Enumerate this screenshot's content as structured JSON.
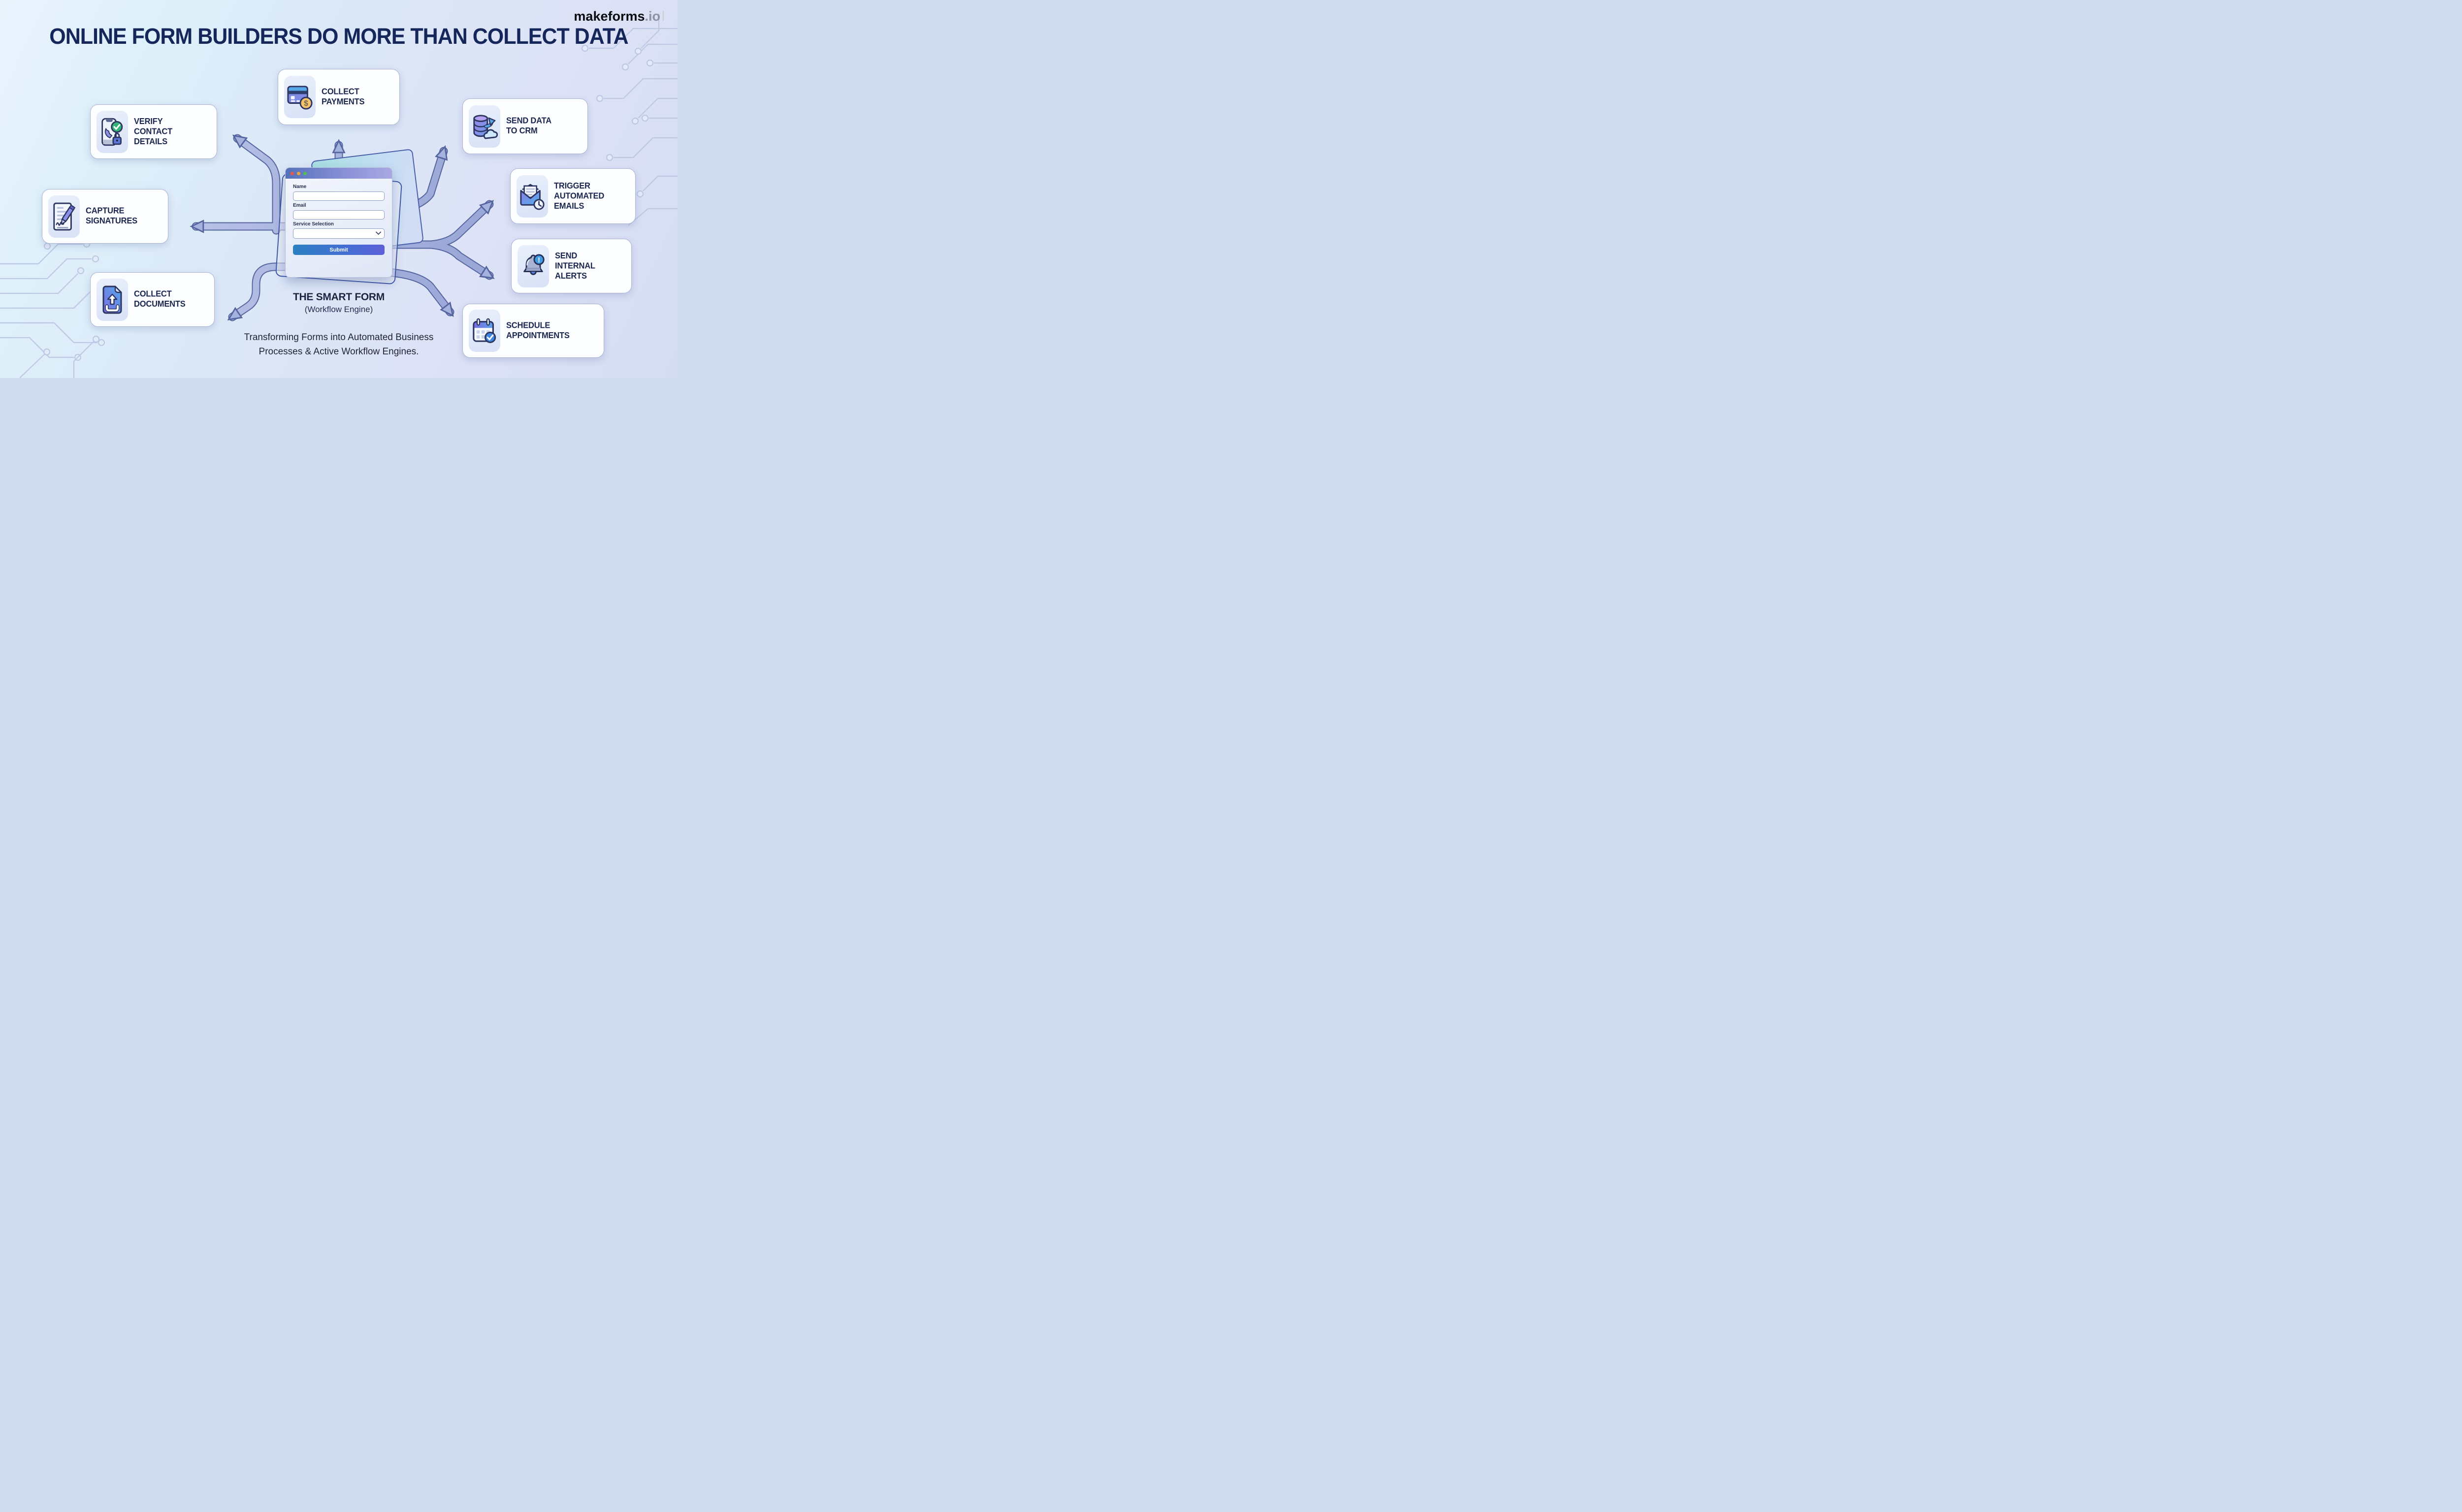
{
  "title": "ONLINE FORM BUILDERS DO MORE THAN COLLECT DATA",
  "brand": {
    "name": "makeforms",
    "suffix": ".io",
    "mark": "l"
  },
  "features": [
    {
      "id": "verify-contact-details",
      "label": "VERIFY\nCONTACT\nDETAILS",
      "icon": "phone-check-lock-icon"
    },
    {
      "id": "collect-payments",
      "label": "COLLECT\nPAYMENTS",
      "icon": "credit-card-coin-icon"
    },
    {
      "id": "send-data-to-crm",
      "label": "SEND DATA\nTO CRM",
      "icon": "database-cloud-icon"
    },
    {
      "id": "trigger-automated-emails",
      "label": "TRIGGER\nAUTOMATED\nEMAILS",
      "icon": "envelope-clock-icon"
    },
    {
      "id": "send-internal-alerts",
      "label": "SEND\nINTERNAL\nALERTS",
      "icon": "bell-alert-icon"
    },
    {
      "id": "schedule-appointments",
      "label": "SCHEDULE\nAPPOINTMENTS",
      "icon": "calendar-check-icon"
    },
    {
      "id": "capture-signatures",
      "label": "CAPTURE\nSIGNATURES",
      "icon": "signature-pen-icon"
    },
    {
      "id": "collect-documents",
      "label": "COLLECT\nDOCUMENTS",
      "icon": "file-upload-icon"
    }
  ],
  "form": {
    "fields": [
      {
        "label": "Name",
        "value": ""
      },
      {
        "label": "Email",
        "value": ""
      },
      {
        "label": "Service Selection",
        "value": ""
      }
    ],
    "submit_label": "Submit"
  },
  "captions": {
    "form_title": "THE SMART FORM",
    "form_subtitle": "(Workflow Engine)",
    "tagline_line1": "Transforming Forms into Automated Business",
    "tagline_line2": "Processes & Active Workflow Engines."
  },
  "colors": {
    "title_text": "#15265b",
    "card_text": "#1c2750",
    "card_border": "#a9b3d4",
    "arrow_fill": "#a6b2de",
    "arrow_outline": "#55659f",
    "titlebar_gradient_start": "#5571b9",
    "titlebar_gradient_end": "#a8a8e3",
    "submit_gradient_start": "#2b80c3",
    "submit_gradient_end": "#5e60d8",
    "traffic_close": "#e9574f",
    "traffic_minimize": "#eda43b",
    "traffic_zoom": "#4fc154",
    "check_green": "#35b575",
    "coin_yellow": "#f6c36a",
    "badge_blue": "#3f9be2",
    "background": "#dbe7f7"
  }
}
